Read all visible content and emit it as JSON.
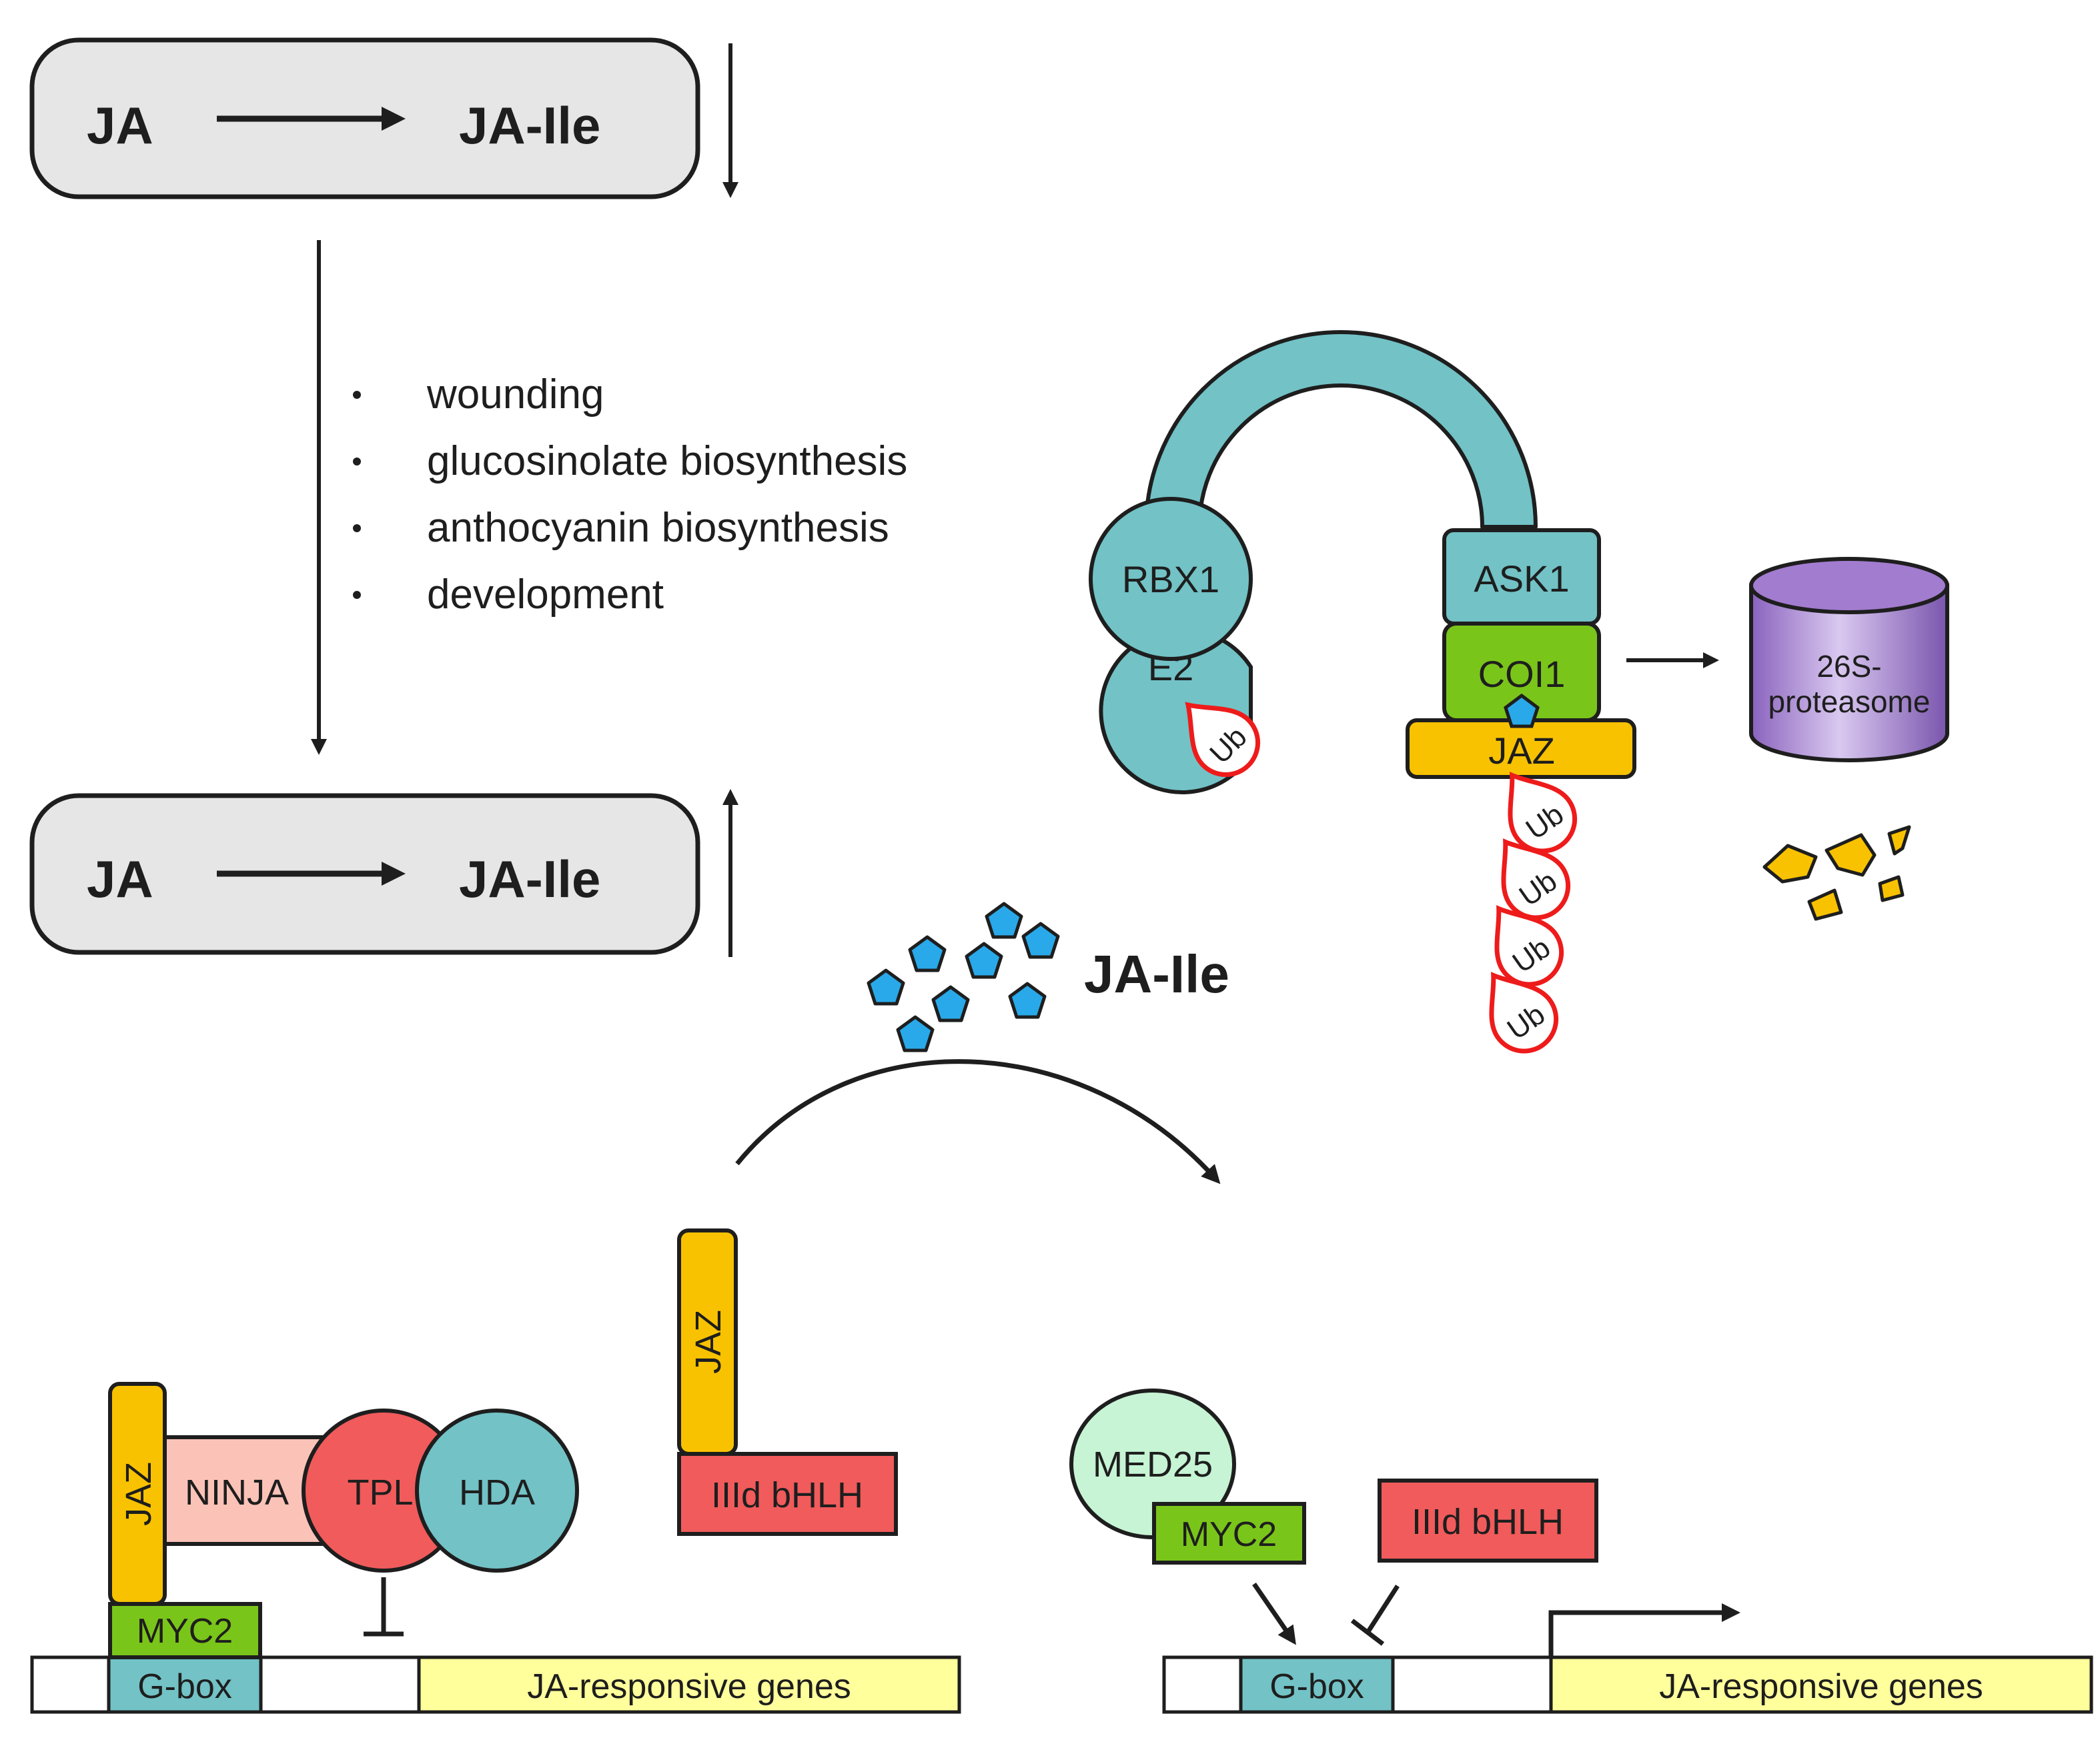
{
  "colors": {
    "teal": "#72c2c6",
    "green": "#7ac51a",
    "yellow": "#f8c200",
    "red": "#f15b5b",
    "pink": "#fbc3b8",
    "mint": "#c6f4d4",
    "lightyellow": "#ffff9c",
    "grey": "#e6e6e6",
    "purple": "#a27ccf",
    "blue": "#29a9e9",
    "ubred": "#ee1b1b",
    "ink": "#1e1e1e"
  },
  "top_box": {
    "substrate": "JA",
    "product": "JA-Ile"
  },
  "mid_box": {
    "substrate": "JA",
    "product": "JA-Ile"
  },
  "triggers": [
    "wounding",
    "glucosinolate biosynthesis",
    "anthocyanin biosynthesis",
    "development"
  ],
  "scf": {
    "rbx1": "RBX1",
    "e2": "E2",
    "ask1": "ASK1",
    "coi1": "COI1",
    "jaz": "JAZ",
    "ub": "Ub",
    "proteasome_line1": "26S-",
    "proteasome_line2": "proteasome"
  },
  "ligand_label": "JA-Ile",
  "repressed": {
    "jaz": "JAZ",
    "ninja": "NINJA",
    "tpl": "TPL",
    "hda": "HDA",
    "myc2": "MYC2",
    "gbox": "G-box",
    "genes": "JA-responsive genes"
  },
  "middle": {
    "jaz": "JAZ",
    "bhlh": "IIId bHLH"
  },
  "active": {
    "med25": "MED25",
    "myc2": "MYC2",
    "bhlh": "IIId bHLH",
    "gbox": "G-box",
    "genes": "JA-responsive genes"
  }
}
